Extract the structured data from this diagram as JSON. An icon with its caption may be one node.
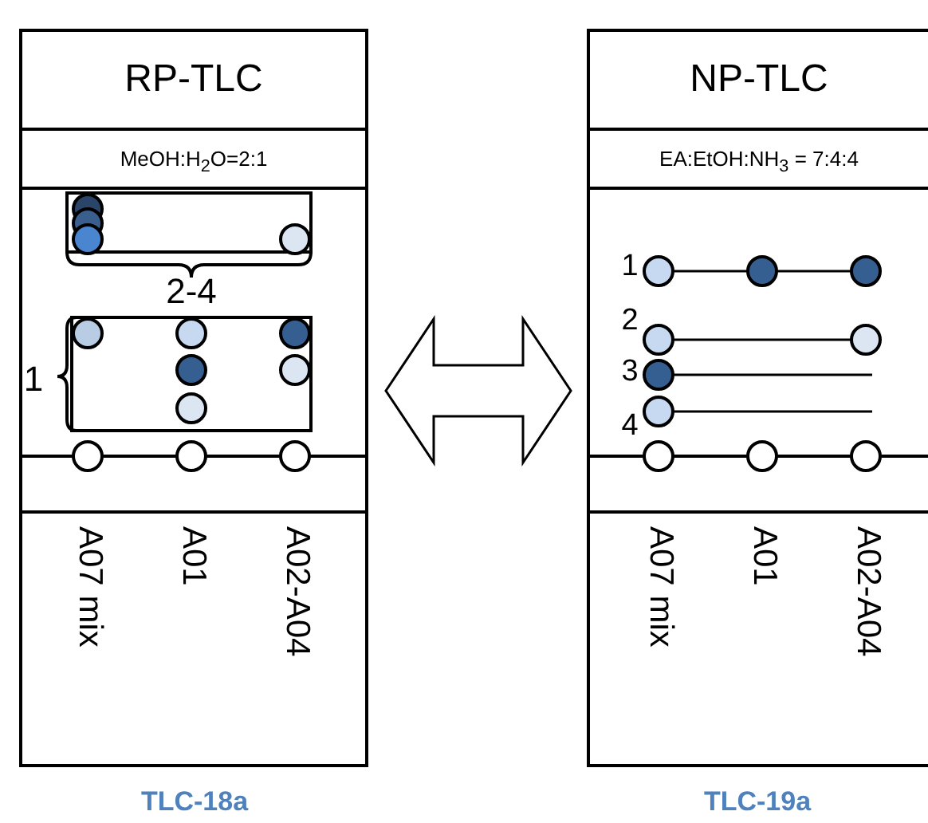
{
  "diagram": {
    "nodes": [
      {
        "text": [
          "RP-TLC",
          "MeOH:H$_{2}$O=2:1"
        ],
        "beside": [
          "TLC-18a"
        ]
      },
      {
        "text": [
          "NP-TLC",
          "EA:EtOH:NH$_{3}$ = 7:4:4"
        ],
        "beside": [
          "TLC-19a"
        ]
      }
    ],
    "edges": [
      {
        "from": 0,
        "to": 1,
        "arrow": "both"
      }
    ],
    "labels": [
      "2-4",
      "1",
      "A07 mix",
      "A01",
      "A02-A04",
      "1",
      "2",
      "3",
      "4",
      "A07 mix",
      "A01",
      "A02-A04"
    ]
  }
}
